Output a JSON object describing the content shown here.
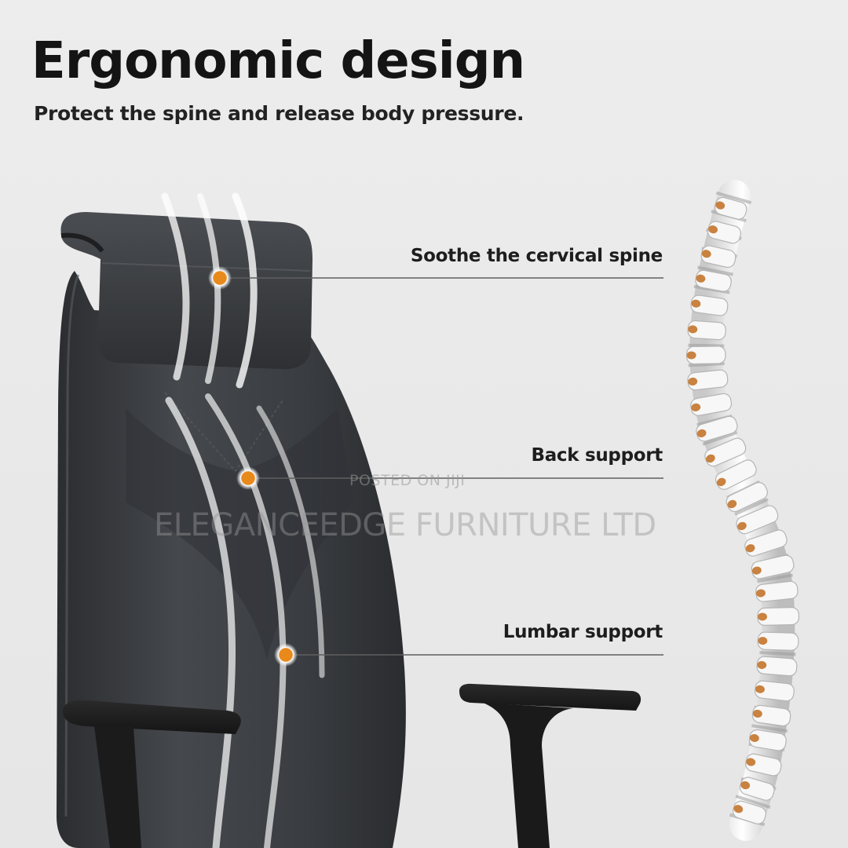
{
  "header": {
    "title": "Ergonomic design",
    "subtitle": "Protect the spine and release body pressure."
  },
  "callouts": [
    {
      "label": "Soothe the cervical spine",
      "marker_icon": "orange-dot-icon"
    },
    {
      "label": "Back support",
      "marker_icon": "orange-dot-icon"
    },
    {
      "label": "Lumbar support",
      "marker_icon": "orange-dot-icon"
    }
  ],
  "watermark": {
    "line1": "POSTED ON JIJI",
    "line2": "ELEGANCEEDGE FURNITURE LTD"
  },
  "colors": {
    "background": "#ebebeb",
    "chair_leather": "#3a3d40",
    "accent_marker": "#e8891b",
    "vertebra_accent": "#c9823f",
    "text": "#141414"
  }
}
